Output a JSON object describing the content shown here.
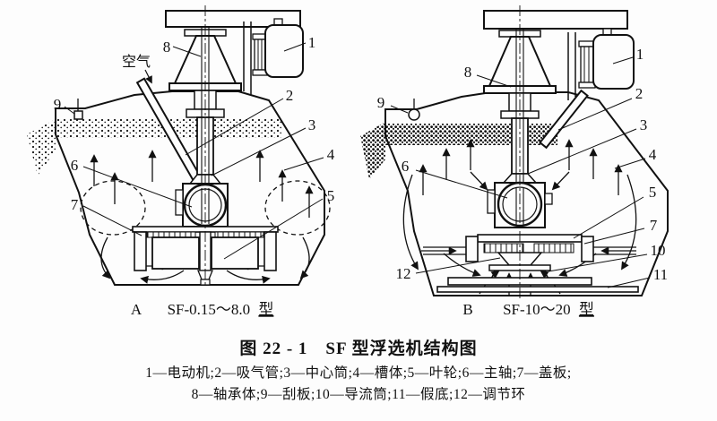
{
  "figure": {
    "title": "图 22 - 1　SF 型浮选机结构图",
    "legend_line1": "1—电动机;2—吸气管;3—中心筒;4—槽体;5—叶轮;6—主轴;7—盖板;",
    "legend_line2": "8—轴承体;9—刮板;10—导流筒;11—假底;12—调节环"
  },
  "diagram_a": {
    "letter": "A",
    "model": "SF-0.15～8.0",
    "type_suffix": "型",
    "air_label": "空气",
    "labels": {
      "n1": "1",
      "n2": "2",
      "n3": "3",
      "n4": "4",
      "n5": "5",
      "n6": "6",
      "n7": "7",
      "n8": "8",
      "n9": "9"
    }
  },
  "diagram_b": {
    "letter": "B",
    "model": "SF-10～20",
    "type_suffix": "型",
    "labels": {
      "n1": "1",
      "n2": "2",
      "n3": "3",
      "n4": "4",
      "n5": "5",
      "n6": "6",
      "n7": "7",
      "n8": "8",
      "n9": "9",
      "n10": "10",
      "n11": "11",
      "n12": "12"
    }
  },
  "parts": [
    {
      "num": "1",
      "name": "电动机"
    },
    {
      "num": "2",
      "name": "吸气管"
    },
    {
      "num": "3",
      "name": "中心筒"
    },
    {
      "num": "4",
      "name": "槽体"
    },
    {
      "num": "5",
      "name": "叶轮"
    },
    {
      "num": "6",
      "name": "主轴"
    },
    {
      "num": "7",
      "name": "盖板"
    },
    {
      "num": "8",
      "name": "轴承体"
    },
    {
      "num": "9",
      "name": "刮板"
    },
    {
      "num": "10",
      "name": "导流筒"
    },
    {
      "num": "11",
      "name": "假底"
    },
    {
      "num": "12",
      "name": "调节环"
    }
  ],
  "colors": {
    "ink": "#111111",
    "paper": "#fdfdfd"
  }
}
